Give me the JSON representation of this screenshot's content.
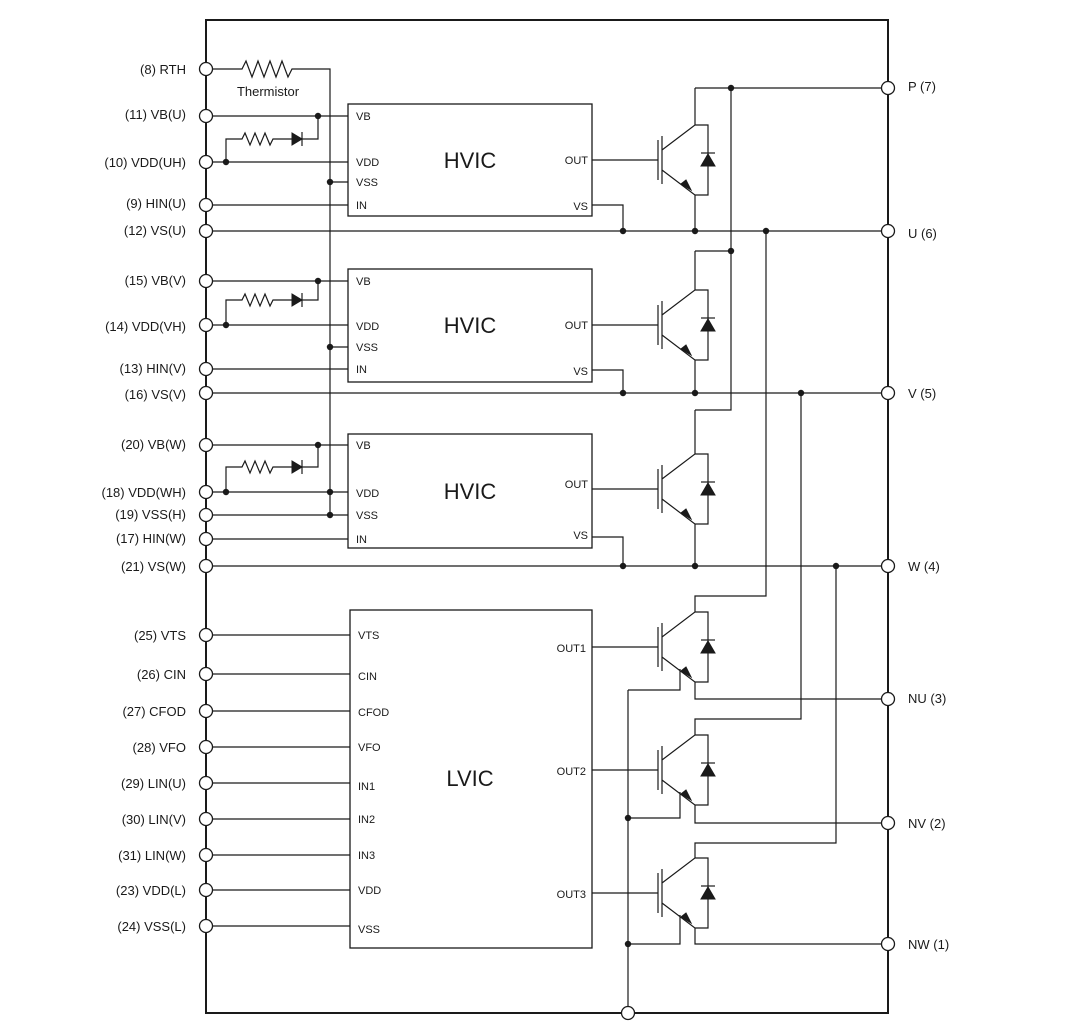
{
  "colors": {
    "ink": "#1a1a1a",
    "background": "#ffffff"
  },
  "left_pins": [
    {
      "id": "rth",
      "label": "(8) RTH"
    },
    {
      "id": "vbu",
      "label": "(11) VB(U)"
    },
    {
      "id": "vdduh",
      "label": "(10) VDD(UH)"
    },
    {
      "id": "hinu",
      "label": "(9) HIN(U)"
    },
    {
      "id": "vsu",
      "label": "(12) VS(U)"
    },
    {
      "id": "vbv",
      "label": "(15) VB(V)"
    },
    {
      "id": "vddvh",
      "label": "(14) VDD(VH)"
    },
    {
      "id": "hinv",
      "label": "(13) HIN(V)"
    },
    {
      "id": "vsv",
      "label": "(16) VS(V)"
    },
    {
      "id": "vbw",
      "label": "(20) VB(W)"
    },
    {
      "id": "vddwh",
      "label": "(18) VDD(WH)"
    },
    {
      "id": "vssh",
      "label": "(19) VSS(H)"
    },
    {
      "id": "hinw",
      "label": "(17) HIN(W)"
    },
    {
      "id": "vsw",
      "label": "(21) VS(W)"
    },
    {
      "id": "vts",
      "label": "(25) VTS"
    },
    {
      "id": "cin",
      "label": "(26) CIN"
    },
    {
      "id": "cfod",
      "label": "(27) CFOD"
    },
    {
      "id": "vfo",
      "label": "(28) VFO"
    },
    {
      "id": "linu",
      "label": "(29) LIN(U)"
    },
    {
      "id": "linv",
      "label": "(30) LIN(V)"
    },
    {
      "id": "linw",
      "label": "(31) LIN(W)"
    },
    {
      "id": "vddl",
      "label": "(23) VDD(L)"
    },
    {
      "id": "vssl",
      "label": "(24) VSS(L)"
    }
  ],
  "right_pins": [
    {
      "id": "p",
      "label": "P (7)"
    },
    {
      "id": "u",
      "label": "U (6)"
    },
    {
      "id": "v",
      "label": "V (5)"
    },
    {
      "id": "w",
      "label": "W (4)"
    },
    {
      "id": "nu",
      "label": "NU (3)"
    },
    {
      "id": "nv",
      "label": "NV (2)"
    },
    {
      "id": "nw",
      "label": "NW (1)"
    }
  ],
  "thermistor_label": "Thermistor",
  "hvic": [
    {
      "title": "HVIC",
      "vb": "VB",
      "vdd": "VDD",
      "vss": "VSS",
      "in": "IN",
      "out": "OUT",
      "vs": "VS"
    },
    {
      "title": "HVIC",
      "vb": "VB",
      "vdd": "VDD",
      "vss": "VSS",
      "in": "IN",
      "out": "OUT",
      "vs": "VS"
    },
    {
      "title": "HVIC",
      "vb": "VB",
      "vdd": "VDD",
      "vss": "VSS",
      "in": "IN",
      "out": "OUT",
      "vs": "VS"
    }
  ],
  "lvic": {
    "title": "LVIC",
    "inputs": [
      "VTS",
      "CIN",
      "CFOD",
      "VFO",
      "IN1",
      "IN2",
      "IN3",
      "VDD",
      "VSS"
    ],
    "outputs": [
      "OUT1",
      "OUT2",
      "OUT3"
    ]
  }
}
